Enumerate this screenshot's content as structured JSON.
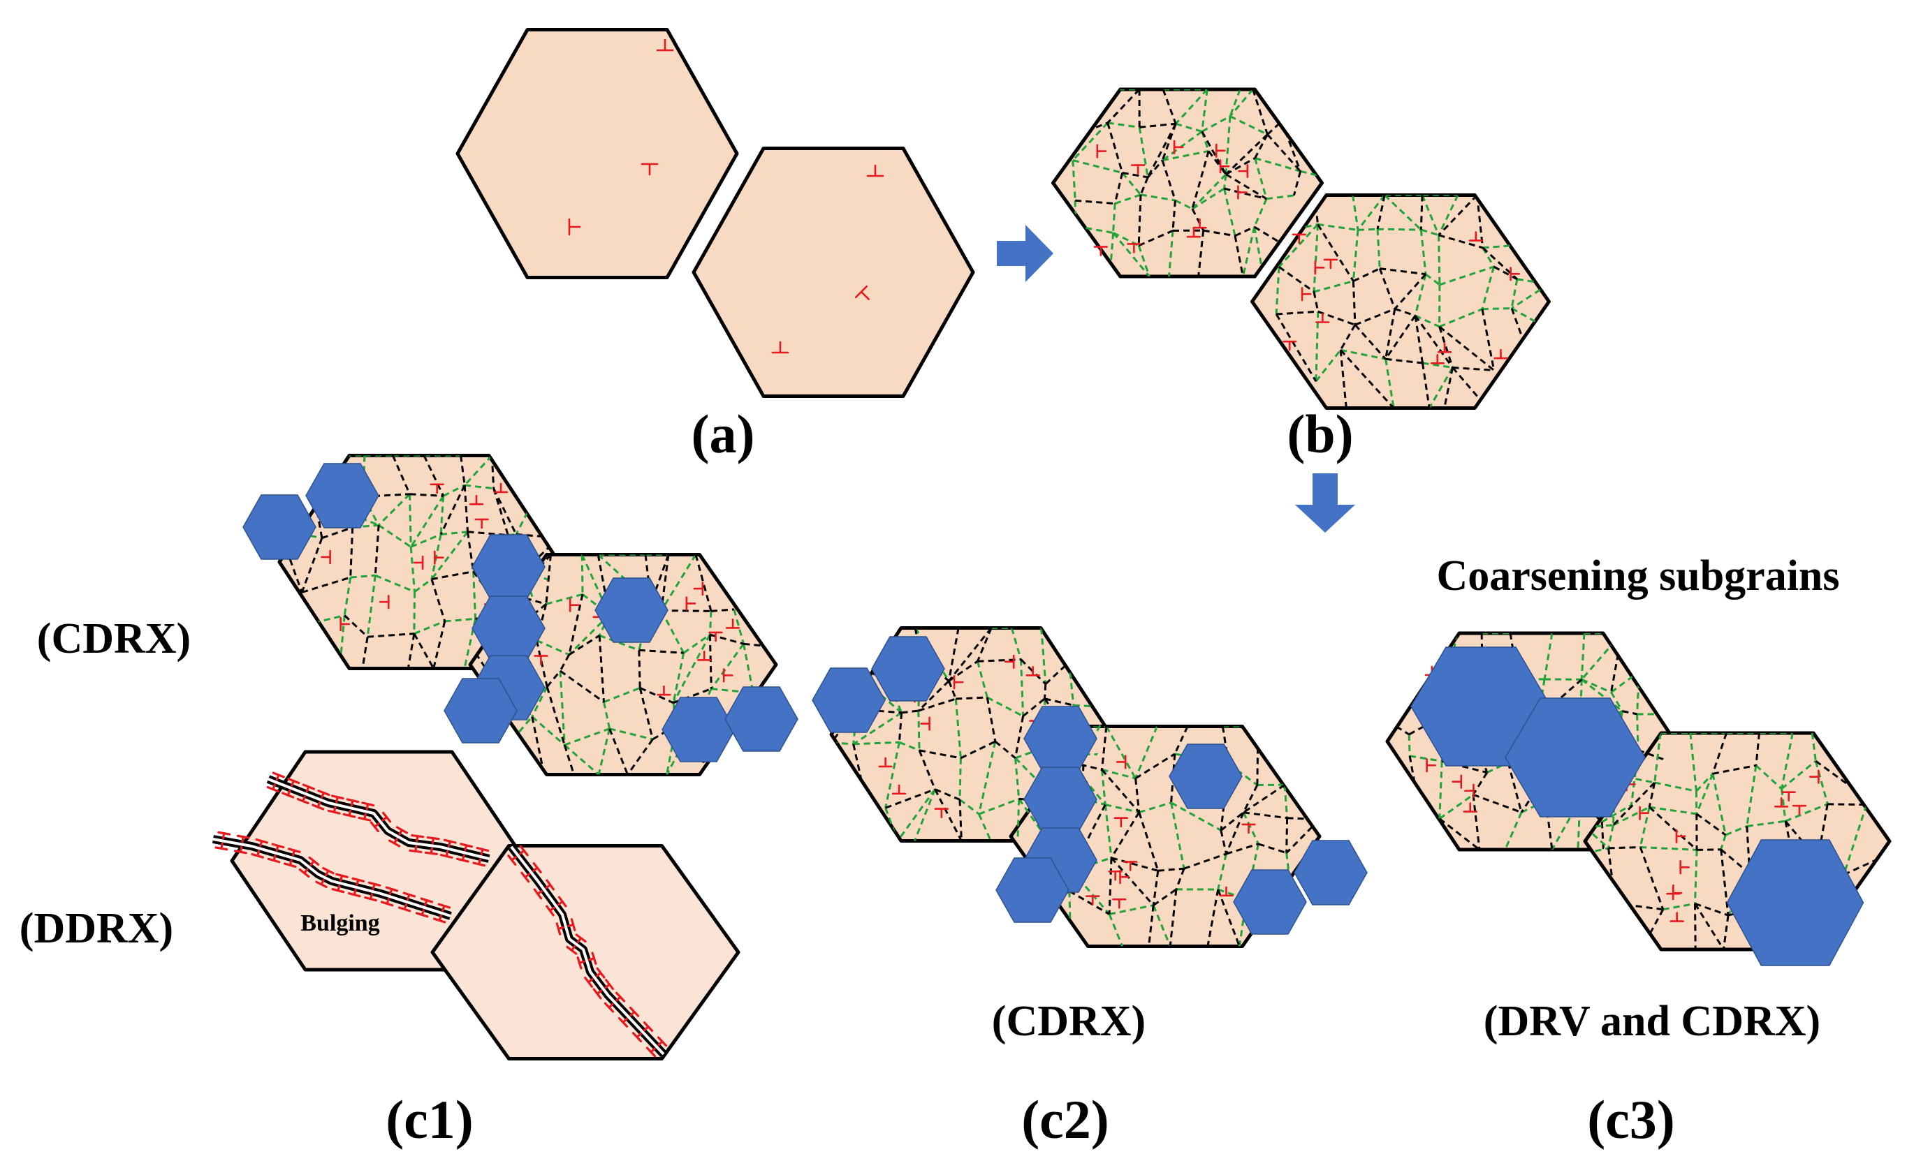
{
  "colors": {
    "grain_fill": "#f8d9c2",
    "grain_fill_light": "#fbe4d5",
    "grain_border": "#000000",
    "subgrain_black": "#000000",
    "subgrain_green": "#22a33a",
    "dislocation": "#e8191e",
    "recrystallized_grain": "#4472c4",
    "arrow": "#4472c4"
  },
  "labels": {
    "a": "(a)",
    "b": "(b)",
    "c1": "(c1)",
    "c2": "(c2)",
    "c3": "(c3)",
    "cdrx_left": "(CDRX)",
    "ddrx_left": "(DDRX)",
    "bulging": "Bulging",
    "cdrx_c2": "(CDRX)",
    "drv_cdrx": "(DRV and CDRX)",
    "coarsening": "Coarsening subgrains"
  },
  "icons": [
    "arrow-right-icon",
    "arrow-down-icon",
    "dislocation-symbol-icon"
  ]
}
